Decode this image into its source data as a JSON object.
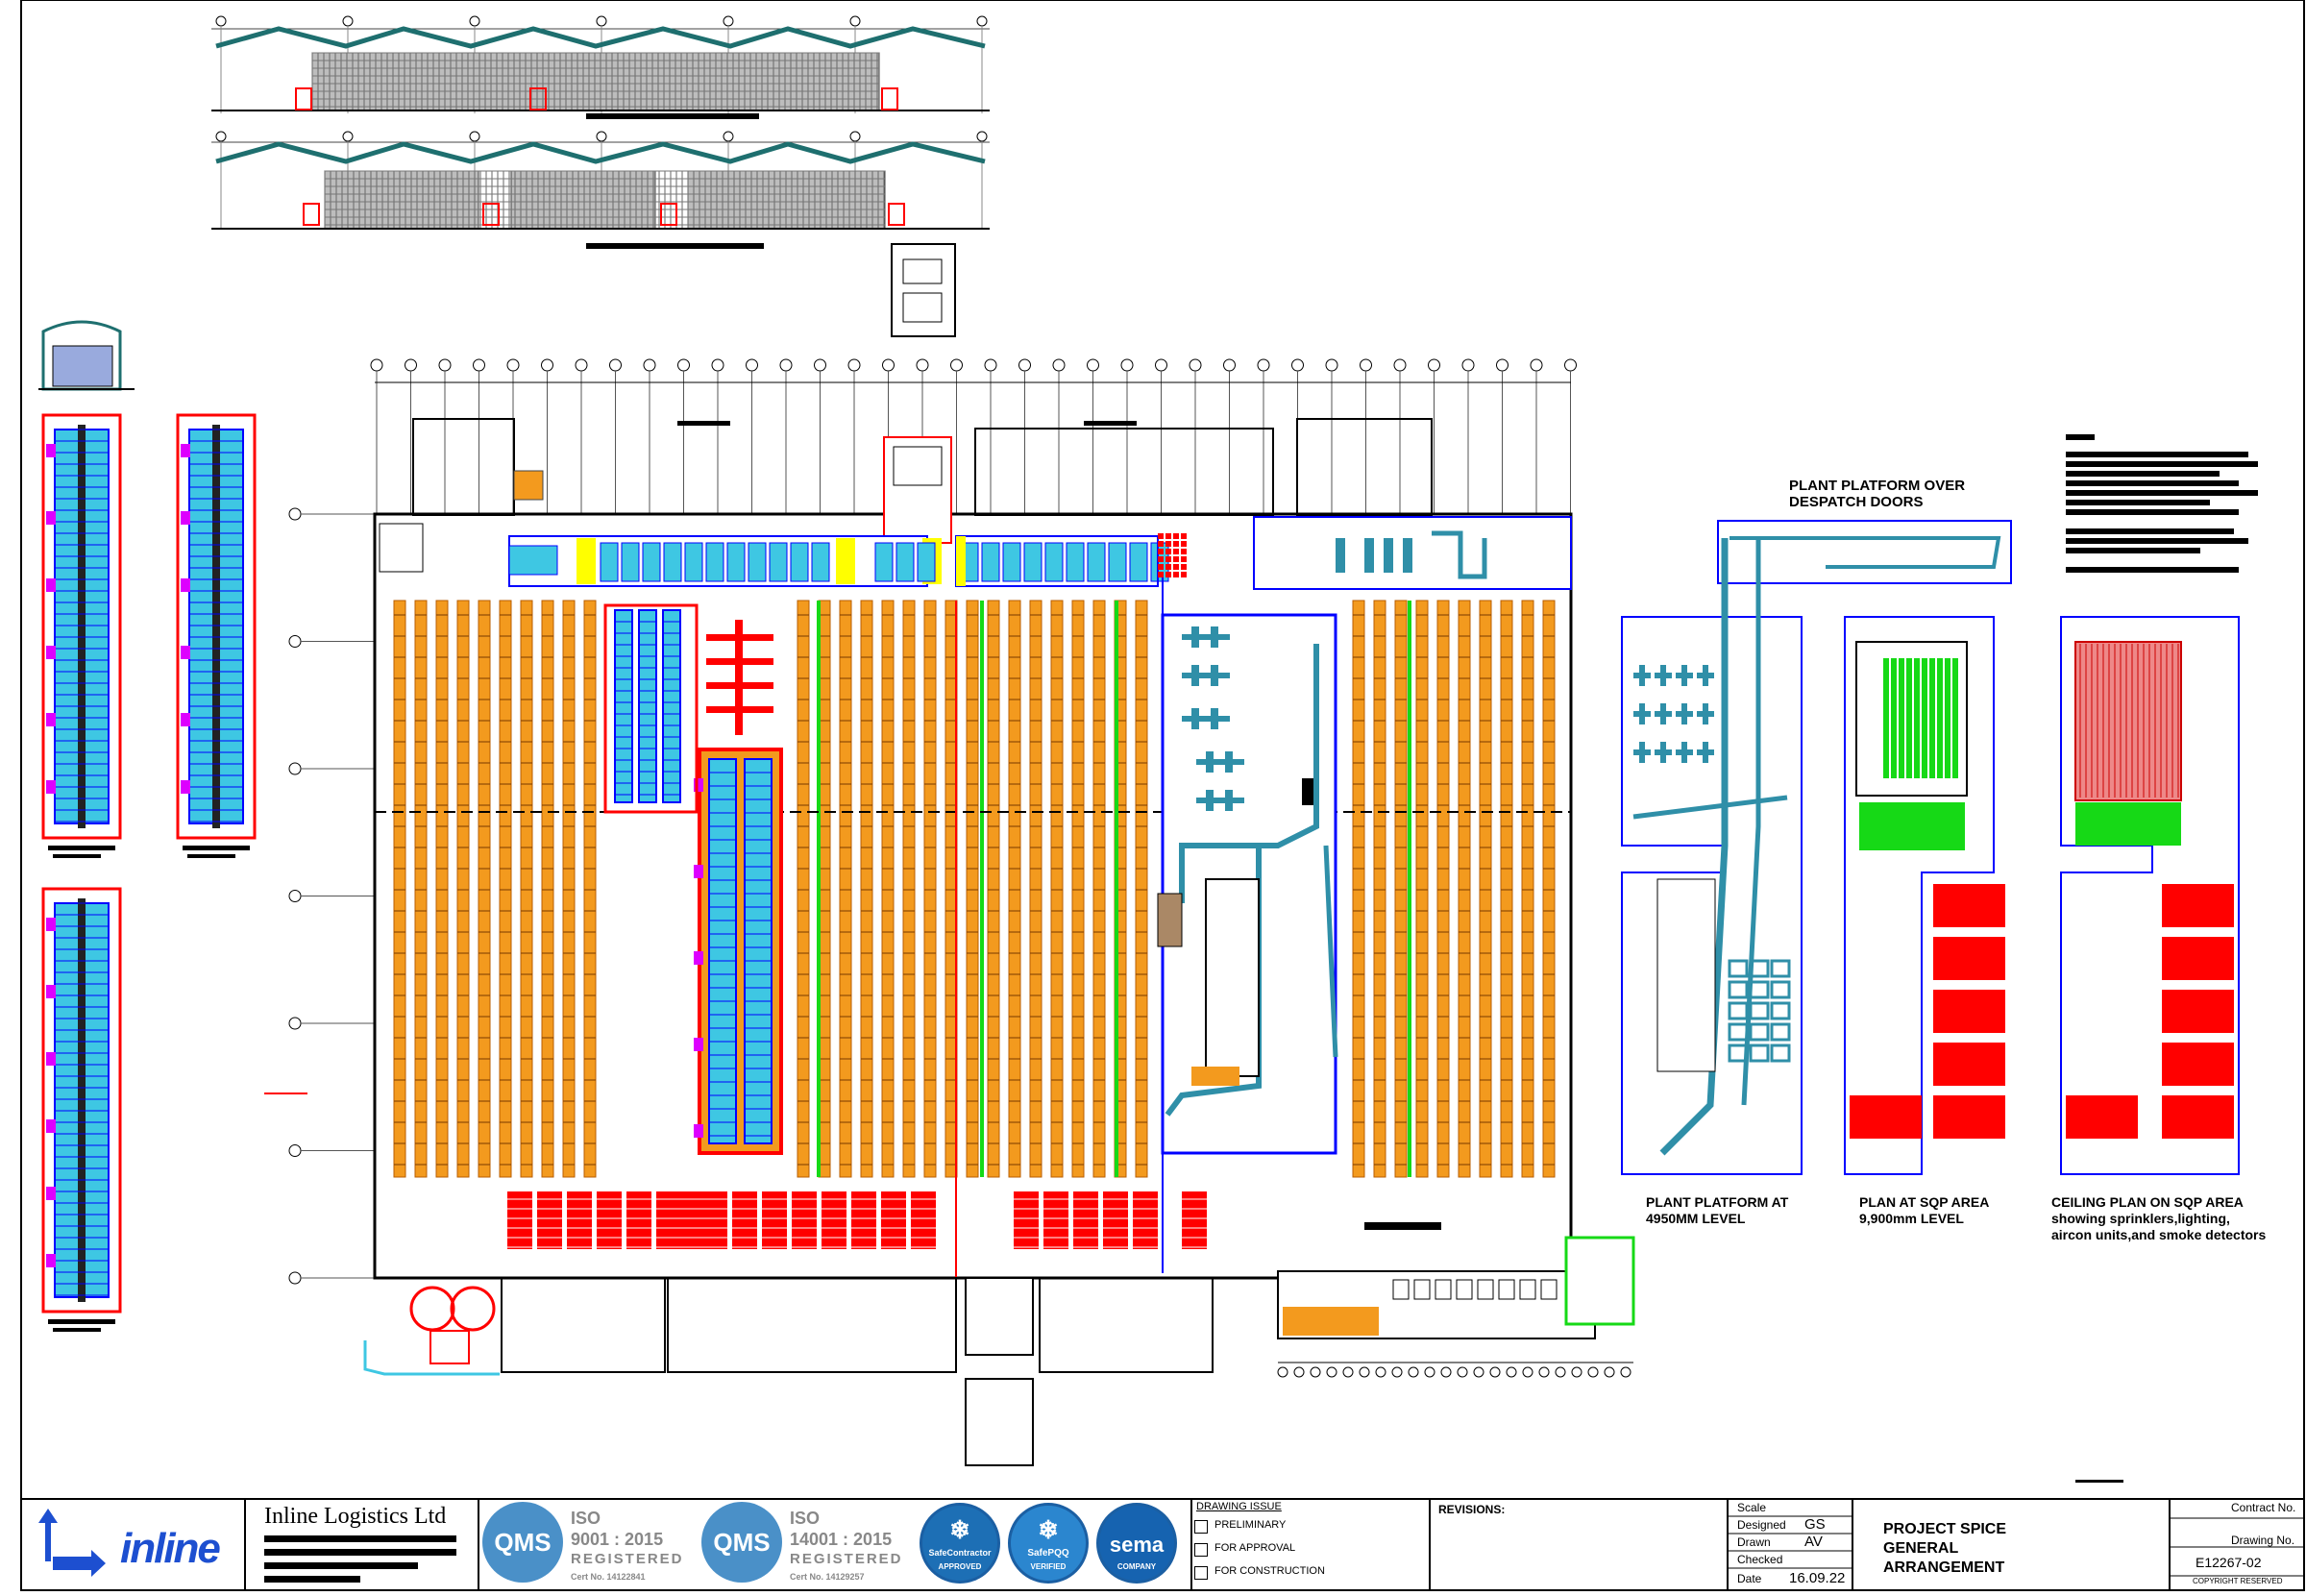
{
  "drawing": {
    "labels": {
      "plant_platform_over": "PLANT PLATFORM OVER\nDESPATCH DOORS",
      "plant_platform_at": "PLANT PLATFORM AT\n4950MM LEVEL",
      "plan_at_sqp": "PLAN AT SQP AREA\n9,900mm LEVEL",
      "ceiling_plan": "CEILING PLAN ON SQP AREA\nshowing sprinklers,lighting,\naircon units,and smoke detectors"
    },
    "colors": {
      "racking": "#f39a1e",
      "shelving": "#3ec7e3",
      "structure": "#0000ff",
      "fire": "#ff0000",
      "green": "#16d916",
      "yellow": "#ffff00",
      "duct": "#2f8fa8",
      "elevation_roof": "#1e6f6f"
    }
  },
  "title_block": {
    "company_logo": "inline",
    "company_name": "Inline Logistics Ltd",
    "certifications": [
      {
        "badge": "QMS",
        "standard": "ISO",
        "number": "9001 : 2015",
        "status": "REGISTERED",
        "cert_no": "Cert No. 14122841"
      },
      {
        "badge": "QMS",
        "standard": "ISO",
        "number": "14001 : 2015",
        "status": "REGISTERED",
        "cert_no": "Cert No. 14129257"
      }
    ],
    "badges": [
      {
        "name": "SafeContractor",
        "caption": "APPROVED",
        "icon": "snowflake-icon"
      },
      {
        "name": "SafePQQ",
        "caption": "VERIFIED",
        "icon": "snowflake-icon"
      },
      {
        "name": "sema",
        "caption": "COMPANY",
        "icon": "sema-icon"
      }
    ],
    "drawing_issue": {
      "heading": "DRAWING ISSUE",
      "options": [
        "PRELIMINARY",
        "FOR APPROVAL",
        "FOR CONSTRUCTION"
      ]
    },
    "revisions_label": "REVISIONS:",
    "fields": {
      "scale_label": "Scale",
      "designed_label": "Designed",
      "designed_value": "GS",
      "drawn_label": "Drawn",
      "drawn_value": "AV",
      "checked_label": "Checked",
      "date_label": "Date",
      "date_value": "16.09.22"
    },
    "project_title": "PROJECT SPICE\nGENERAL\nARRANGEMENT",
    "contract_no_label": "Contract No.",
    "drawing_no_label": "Drawing No.",
    "drawing_no_value": "E12267-02",
    "copyright": "COPYRIGHT RESERVED"
  }
}
